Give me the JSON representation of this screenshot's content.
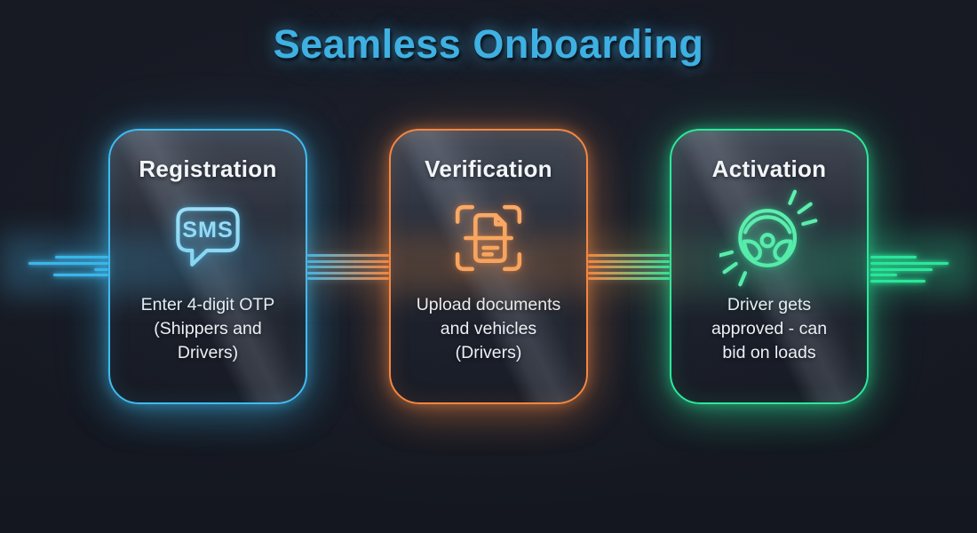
{
  "title": {
    "text": "Seamless Onboarding",
    "color": "#3fb0e2"
  },
  "background_color": "#171a23",
  "steps": [
    {
      "heading": "Registration",
      "body": "Enter 4-digit OTP\n(Shippers and\nDrivers)",
      "icon": "sms-icon",
      "icon_text": "SMS",
      "accent": "#3fbcf2",
      "icon_color": "#9bdef7",
      "glow": "rgba(63,188,242,0.45)",
      "glow_soft": "rgba(63,188,242,0.13)"
    },
    {
      "heading": "Verification",
      "body": "Upload documents\nand vehicles\n(Drivers)",
      "icon": "document-scan-icon",
      "accent": "#f58742",
      "icon_color": "#f9aa66",
      "glow": "rgba(245,135,66,0.45)",
      "glow_soft": "rgba(245,135,66,0.13)"
    },
    {
      "heading": "Activation",
      "body": "Driver gets\napproved - can\nbid on loads",
      "icon": "steering-wheel-icon",
      "accent": "#2ce99b",
      "icon_color": "#5feeae",
      "glow": "rgba(44,233,155,0.45)",
      "glow_soft": "rgba(44,233,155,0.13)"
    }
  ],
  "connectors": {
    "left_color": "#3ab9ec",
    "mid1_gradient": [
      "#3ab9ec",
      "#f58742"
    ],
    "mid2_gradient": [
      "#f58742",
      "#2ce99b"
    ],
    "right_color": "#2ce99b"
  }
}
